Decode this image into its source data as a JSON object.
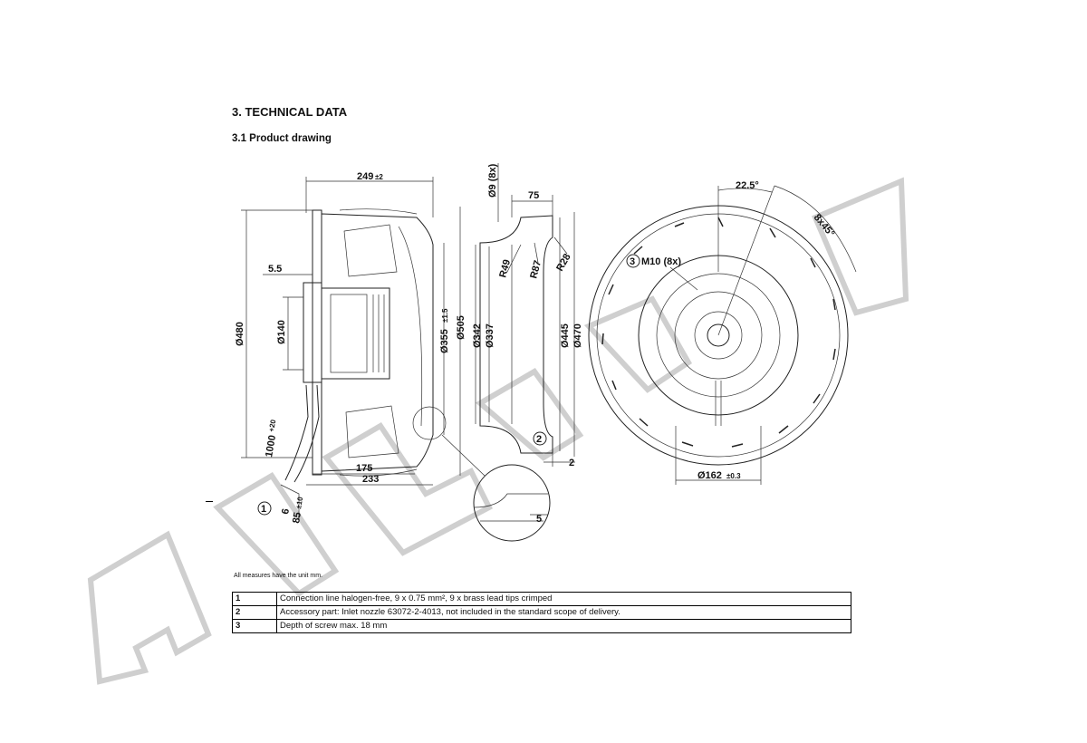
{
  "header": {
    "section": "3. TECHNICAL DATA",
    "subsection": "3.1 Product drawing"
  },
  "drawing": {
    "side_view": {
      "width_top": "249",
      "width_top_tol": "±2",
      "dia_480": "Ø480",
      "dim_5_5": "5.5",
      "dia_140": "Ø140",
      "dia_355": "Ø355",
      "dia_355_tol": "±1.5",
      "dia_505": "Ø505",
      "cable_len": "1000",
      "cable_tol": "+20",
      "len_175": "175",
      "len_233": "233",
      "dim_6": "6",
      "dim_85": "85",
      "dim_85_tol": "±10",
      "callout_1": "1"
    },
    "section_view": {
      "hole": "Ø9 (8x)",
      "len_75": "75",
      "r49": "R49",
      "r87": "R87",
      "r28": "R28",
      "dia_342": "Ø342",
      "dia_337": "Ø337",
      "dia_445": "Ø445",
      "dia_470": "Ø470",
      "dim_2": "2",
      "dim_5": "5",
      "callout_2": "2"
    },
    "front_view": {
      "angle": "22.5°",
      "pattern": "8x45°",
      "thread": "M10 (8x)",
      "callout_3": "3",
      "dia_162": "Ø162",
      "dia_162_tol": "±0.3"
    }
  },
  "note": "All measures have the unit mm.",
  "legend": [
    {
      "num": "1",
      "text": "Connection line halogen-free, 9 x 0.75 mm², 9 x brass lead tips crimped"
    },
    {
      "num": "2",
      "text": "Accessory part: Inlet nozzle 63072-2-4013, not included in the standard scope of delivery."
    },
    {
      "num": "3",
      "text": "Depth of screw max. 18 mm"
    }
  ]
}
